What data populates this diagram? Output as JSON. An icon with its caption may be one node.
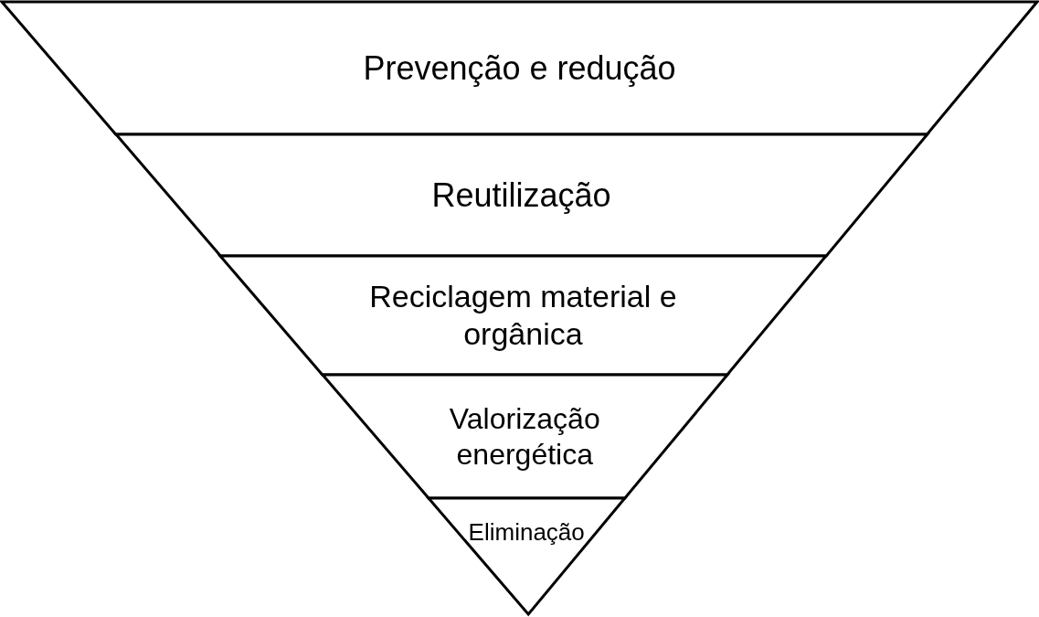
{
  "diagram": {
    "nodes": [
      {
        "text": [
          "Prevenção e redução"
        ]
      },
      {
        "text": [
          "Reutilização"
        ]
      },
      {
        "text": [
          "Reciclagem material e orgânica"
        ]
      },
      {
        "text": [
          "Valorização energética"
        ]
      },
      {
        "text": [
          "Eliminação"
        ]
      }
    ]
  }
}
